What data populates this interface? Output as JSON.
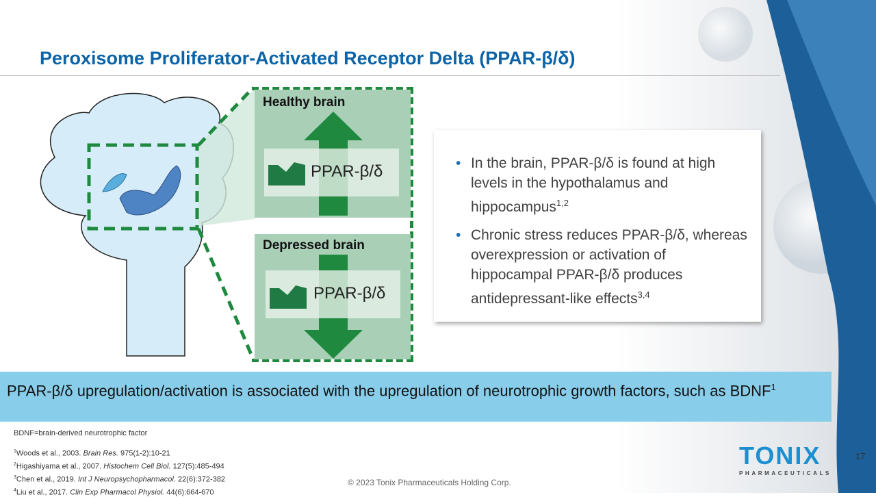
{
  "title": "Peroxisome Proliferator-Activated Receptor Delta (PPAR-β/δ)",
  "panels": {
    "healthy": {
      "label": "Healthy brain",
      "receptor": "PPAR-β/δ"
    },
    "depressed": {
      "label": "Depressed brain",
      "receptor": "PPAR-β/δ"
    }
  },
  "bullets": [
    {
      "text": "In the brain, PPAR-β/δ is found at high levels in the hypothalamus and hippocampus",
      "sup": "1,2"
    },
    {
      "text": "Chronic stress reduces PPAR-β/δ, whereas overexpression or activation of hippocampal PPAR-β/δ produces antidepressant-like effects",
      "sup": "3,4"
    }
  ],
  "banner": {
    "text": "PPAR-β/δ upregulation/activation is associated with the upregulation of neurotrophic growth factors, such as BDNF",
    "sup": "1"
  },
  "abbrev": "BDNF=brain-derived neurotrophic factor",
  "refs": [
    {
      "n": "1",
      "a": "Woods et al., 2003. ",
      "j": "Brain Res.",
      "b": " 975(1-2):10-21"
    },
    {
      "n": "2",
      "a": "Higashiyama et al., 2007. ",
      "j": "Histochem Cell Biol.",
      "b": " 127(5):485-494"
    },
    {
      "n": "3",
      "a": "Chen et al., 2019. ",
      "j": "Int J Neuropsychopharmacol.",
      "b": " 22(6):372-382"
    },
    {
      "n": "4",
      "a": "Liu et al., 2017. ",
      "j": "Clin Exp Pharmacol Physiol.",
      "b": " 44(6):664-670"
    }
  ],
  "copyright": "© 2023 Tonix Pharmaceuticals Holding Corp.",
  "page_number": "17",
  "logo": {
    "name": "TONIX",
    "sub": "PHARMACEUTICALS"
  }
}
